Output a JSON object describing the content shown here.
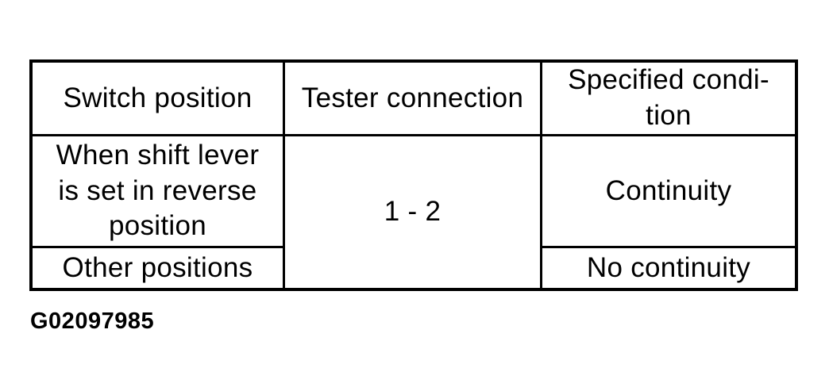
{
  "colors": {
    "ink": "#000000",
    "paper": "#ffffff"
  },
  "table": {
    "headers": [
      "Switch position",
      "Tester connection",
      "Specified condi-\ntion"
    ],
    "rows": [
      {
        "switch_position": "When shift lever\nis set in reverse\nposition",
        "tester_connection": "1 - 2",
        "specified_condition": "Continuity"
      },
      {
        "switch_position": "Other positions",
        "tester_connection": "1 - 2",
        "specified_condition": "No continuity"
      }
    ]
  },
  "caption": "G02097985"
}
